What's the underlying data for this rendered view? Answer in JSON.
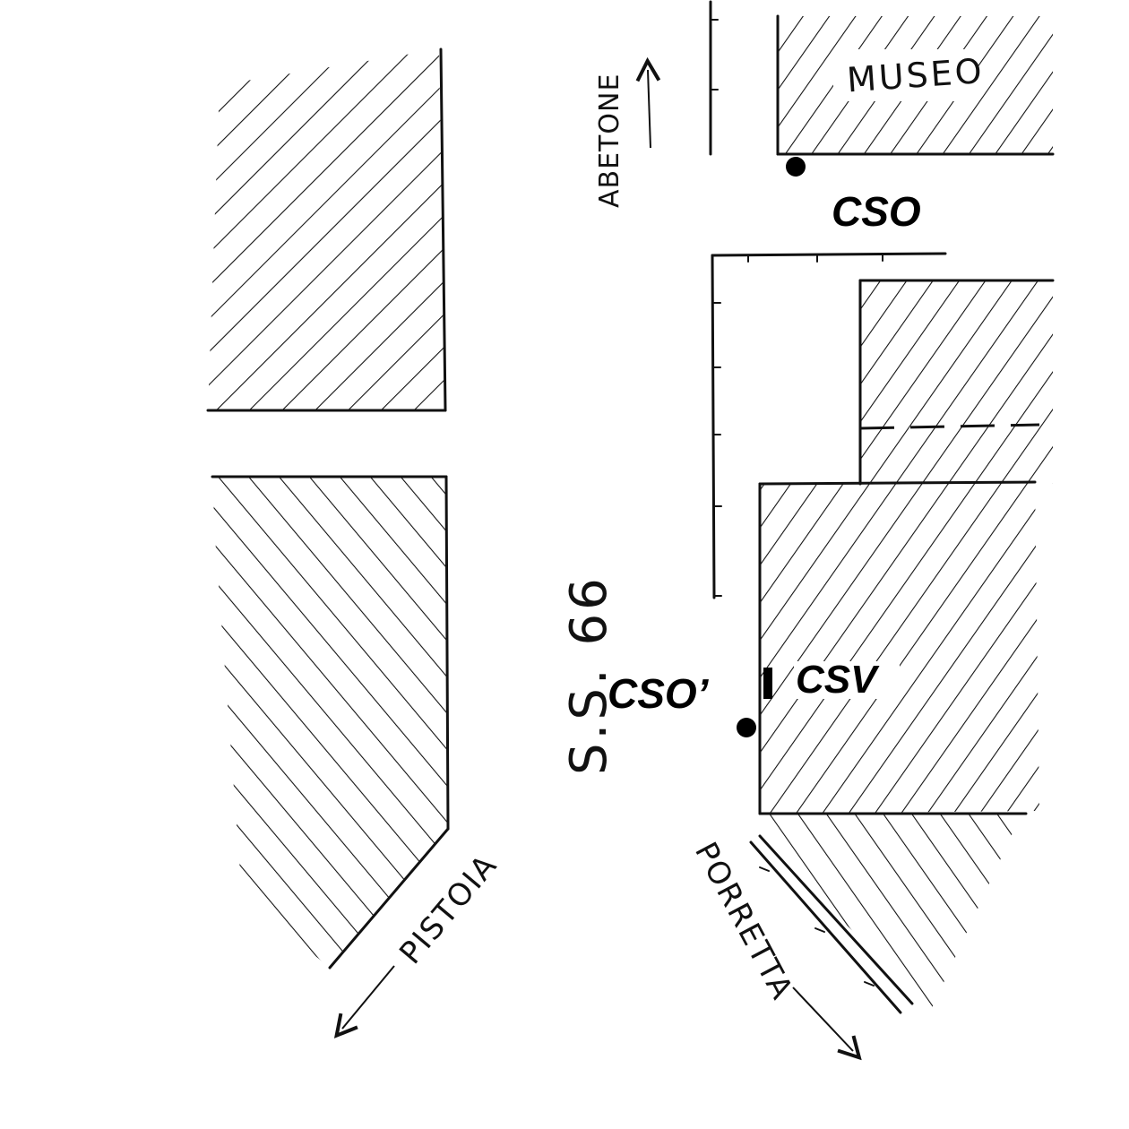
{
  "labels": {
    "museo": "MUSEO",
    "abetone": "ABETONE",
    "road": "S.S. 66",
    "pistoia": "PISTOIA",
    "porretta": "PORRETTA"
  },
  "markers": {
    "cso": "CSO",
    "cso_prime": "CSO’",
    "csv": "CSV"
  },
  "colors": {
    "ink": "#111111",
    "paper": "#ffffff"
  }
}
